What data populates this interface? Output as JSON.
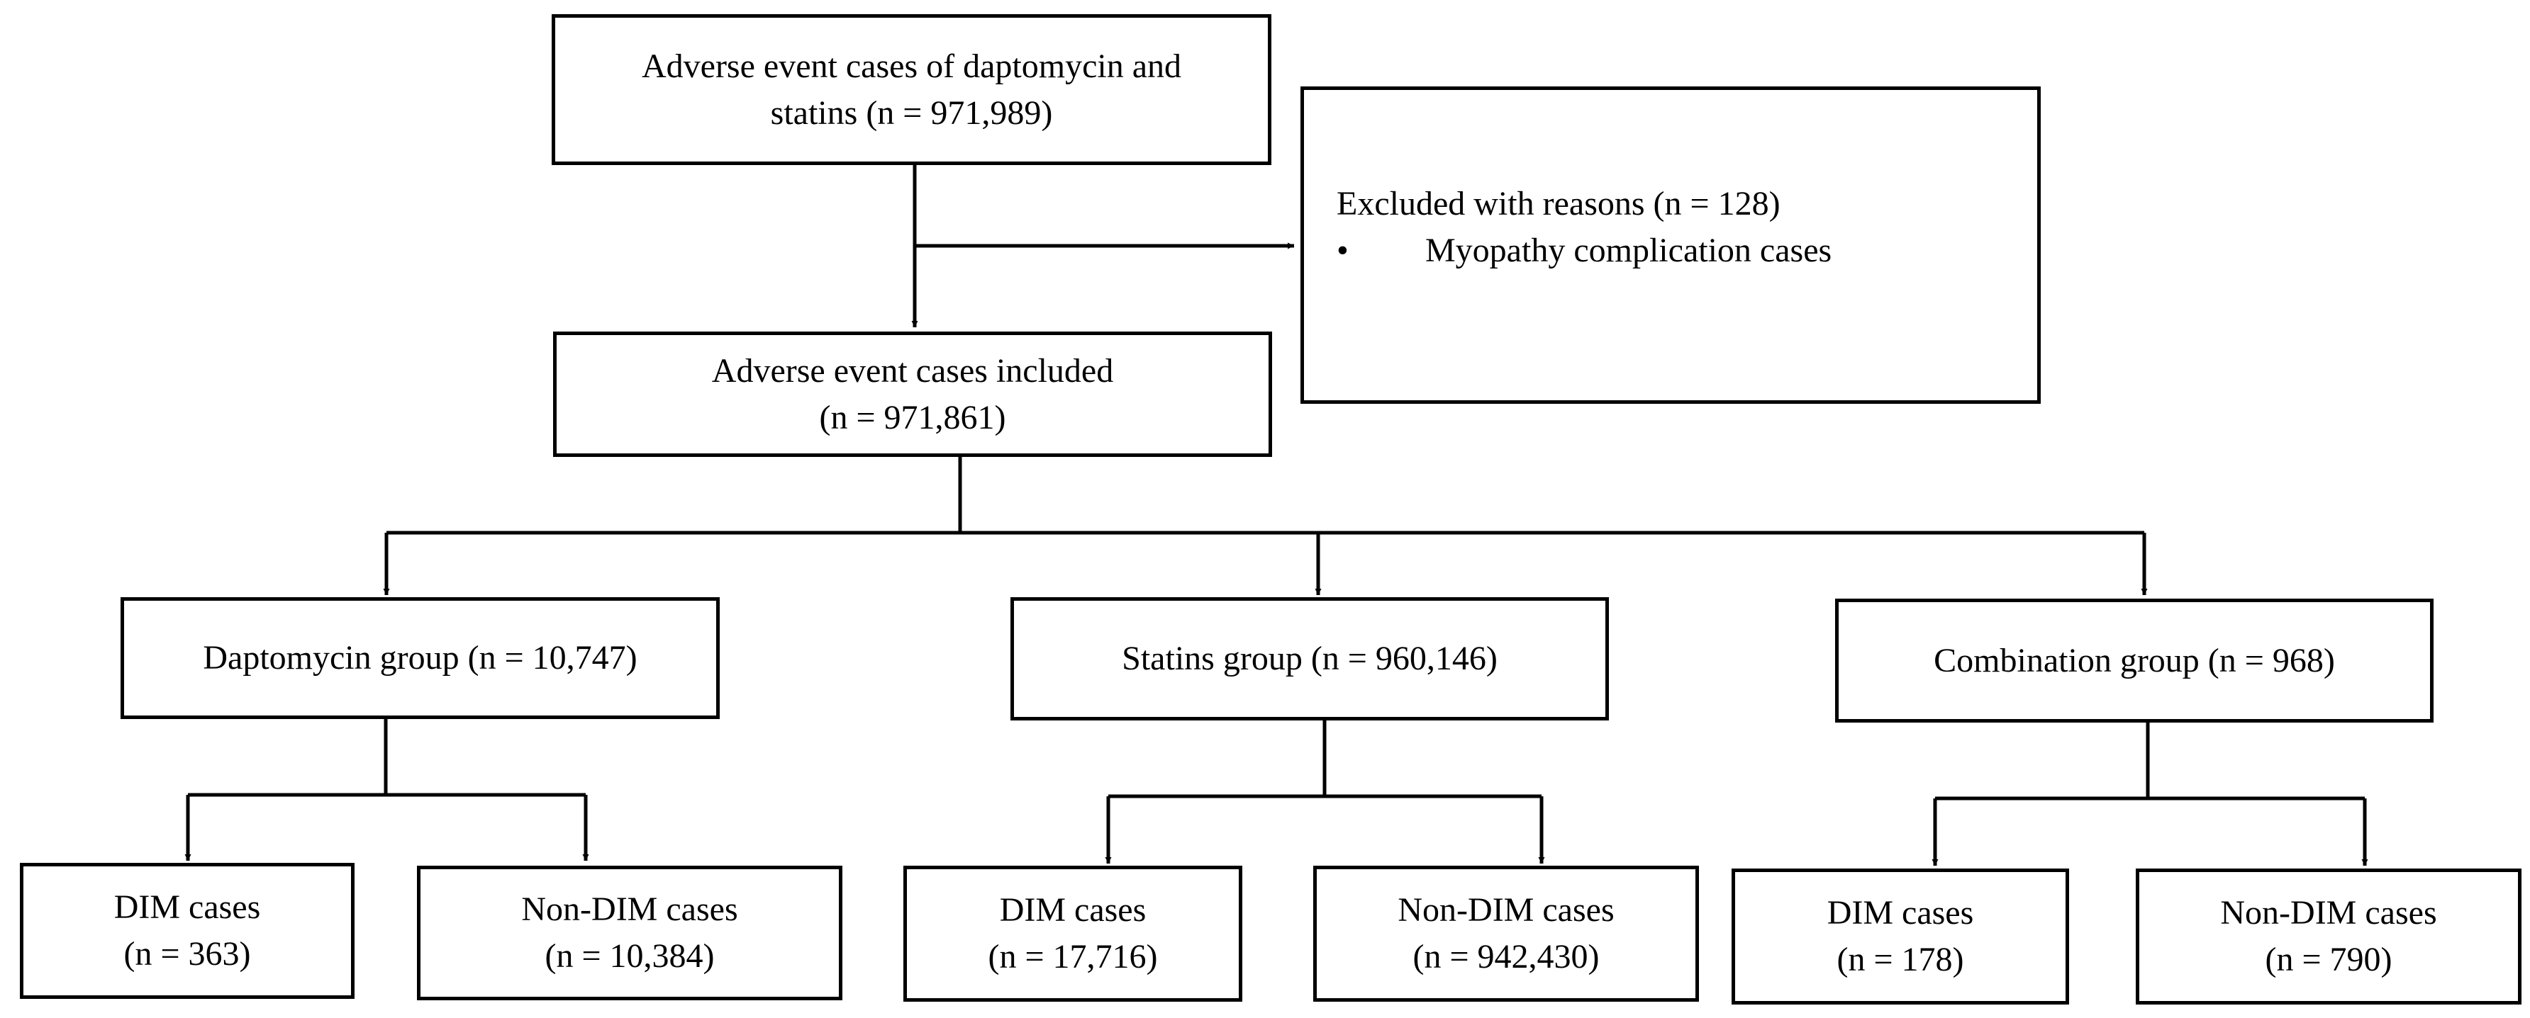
{
  "top": {
    "line1": "Adverse event cases of daptomycin and",
    "line2": "statins (n = 971,989)"
  },
  "excluded": {
    "title": "Excluded with reasons (n = 128)",
    "bullet": "•",
    "item": "Myopathy complication cases"
  },
  "included": {
    "line1": "Adverse event  cases included",
    "line2": "(n = 971,861)"
  },
  "groups": {
    "daptomycin": {
      "label": "Daptomycin group (n = 10,747)",
      "dim": {
        "line1": "DIM cases",
        "line2": "(n = 363)"
      },
      "nondim": {
        "line1": "Non-DIM cases",
        "line2": "(n = 10,384)"
      }
    },
    "statins": {
      "label": "Statins group (n = 960,146)",
      "dim": {
        "line1": "DIM cases",
        "line2": "(n = 17,716)"
      },
      "nondim": {
        "line1": "Non-DIM cases",
        "line2": "(n = 942,430)"
      }
    },
    "combination": {
      "label": "Combination group (n = 968)",
      "dim": {
        "line1": "DIM cases",
        "line2": "(n = 178)"
      },
      "nondim": {
        "line1": "Non-DIM cases",
        "line2": "(n = 790)"
      }
    }
  }
}
